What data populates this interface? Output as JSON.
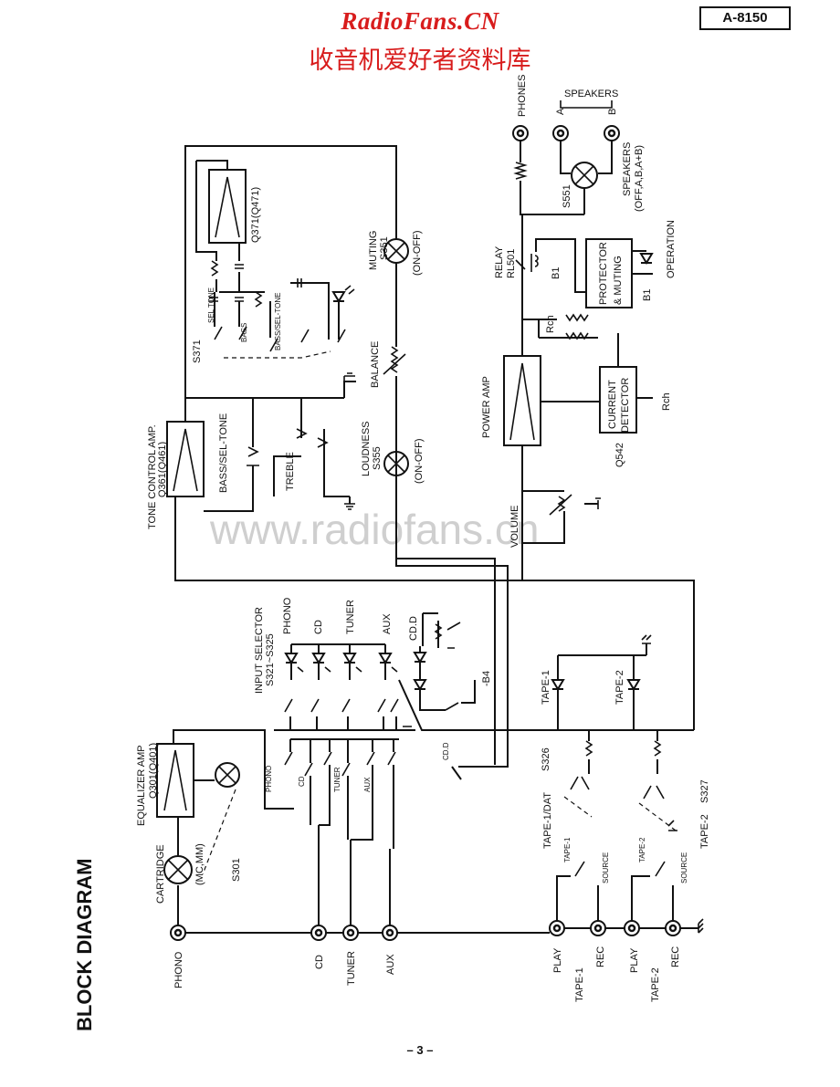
{
  "header": {
    "brand": "RadioFans.CN",
    "brand_cn": "收音机爱好者资料库",
    "model": "A-8150"
  },
  "watermark": "www.radiofans.cn",
  "page_number": "– 3 –",
  "diagram": {
    "title": "BLOCK DIAGRAM",
    "inputs": {
      "phono": "PHONO",
      "cd": "CD",
      "tuner": "TUNER",
      "aux": "AUX",
      "tape1": "TAPE-1",
      "tape2": "TAPE-2",
      "play": "PLAY",
      "rec": "REC"
    },
    "labels": {
      "cartridge": "CARTRIDGE",
      "mc_mm": "(MC,MM)",
      "s301": "S301",
      "equalizer_amp": "EQUALIZER AMP",
      "eq_transistor": "Q301(Q401)",
      "input_selector": "INPUT SELECTOR",
      "input_selector_range": "S321~S325",
      "sel_phono": "PHONO",
      "sel_cd": "CD",
      "sel_tuner": "TUNER",
      "sel_aux": "AUX",
      "cd_d": "CD.D",
      "b4": "-B4",
      "tape1_dat": "TAPE-1/DAT",
      "s326": "S326",
      "s327": "S327",
      "tape2_sw": "TAPE-2",
      "source": "SOURCE",
      "tone_control_amp": "TONE CONTROL AMP.",
      "tone_transistor": "Q361(Q461)",
      "bass_sel_tone": "BASS/SEL-TONE",
      "treble": "TREBLE",
      "s371": "S371",
      "sel_tone": "SEL TONE",
      "bass": "BASS",
      "bass_sel_tone_sw": "BASS/SEL-TONE",
      "q371": "Q371(Q471)",
      "muting": "MUTING",
      "s351": "S351",
      "on_off": "(ON-OFF)",
      "balance": "BALANCE",
      "loudness": "LOUDNESS",
      "s355": "S355",
      "volume": "VOLUME",
      "power_amp": "POWER AMP",
      "relay": "RELAY",
      "rl501": "RL501",
      "b1": "B1",
      "rch": "Rch",
      "protector": "PROTECTOR",
      "and_muting": "& MUTING",
      "operation": "OPERATION",
      "current": "CURRENT",
      "detector": "DETECTOR",
      "q542": "Q542",
      "phones": "PHONES",
      "speakers": "SPEAKERS",
      "speakers_a": "A",
      "speakers_b": "B",
      "s551": "S551",
      "speakers_modes": "(OFF,A,B,A+B)"
    }
  }
}
